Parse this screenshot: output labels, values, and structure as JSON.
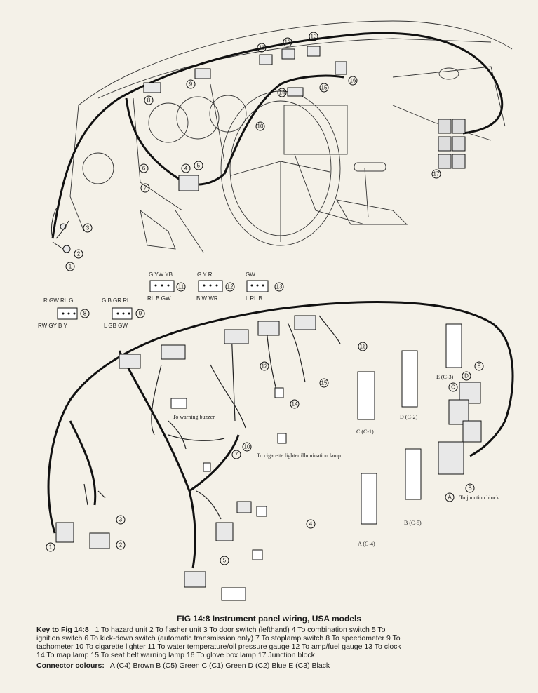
{
  "figure": {
    "caption": "FIG 14:8   Instrument panel wiring, USA models"
  },
  "callouts": [
    "1",
    "2",
    "3",
    "4",
    "5",
    "6",
    "7",
    "8",
    "9",
    "10",
    "11",
    "12",
    "13",
    "14",
    "15",
    "16",
    "17"
  ],
  "top_connectors": {
    "c11": {
      "top": "G  YW  YB",
      "bottom": "RL  B  GW",
      "num": "11"
    },
    "c12": {
      "top": "G   Y  RL",
      "bottom": "B   W  WR",
      "num": "12"
    },
    "c13": {
      "top": "GW",
      "bottom": "L  RL  B",
      "num": "13"
    },
    "c8": {
      "top": "R  GW  RL  G",
      "bottom": "RW  GY  B   Y",
      "num": "8"
    },
    "c9": {
      "top": "G   B  GR  RL",
      "bottom": "L   GB  GW",
      "num": "9"
    }
  },
  "lower_labels": {
    "warning_buzzer": "To warning buzzer",
    "cig_lamp": "To cigarette lighter illumination lamp",
    "junction_block": "To junction block",
    "c1": "C (C-1)",
    "c2": "D (C-2)",
    "c3": "E (C-3)",
    "c4": "A (C-4)",
    "c5": "B (C-5)",
    "letters": [
      "A",
      "B",
      "C",
      "D",
      "E"
    ]
  },
  "key": {
    "title": "Key to Fig 14:8",
    "row1": "1  To hazard unit      2  To flasher unit      3  To door switch (lefthand)      4  To combination switch      5  To",
    "row2": "ignition switch      6  To kick-down switch (automatic transmission only)      7  To stoplamp switch      8  To speedometer      9  To",
    "row3": "tachometer      10  To cigarette lighter      11  To water temperature/oil pressure gauge      12  To amp/fuel gauge      13  To clock",
    "row4": "14  To map lamp      15  To seat belt warning lamp      16  To glove box lamp      17  Junction block",
    "colours_title": "Connector colours:",
    "colours": "A  (C4)  Brown      B  (C5)  Green      C  (C1)  Green      D  (C2)  Blue      E  (C3)  Black"
  }
}
